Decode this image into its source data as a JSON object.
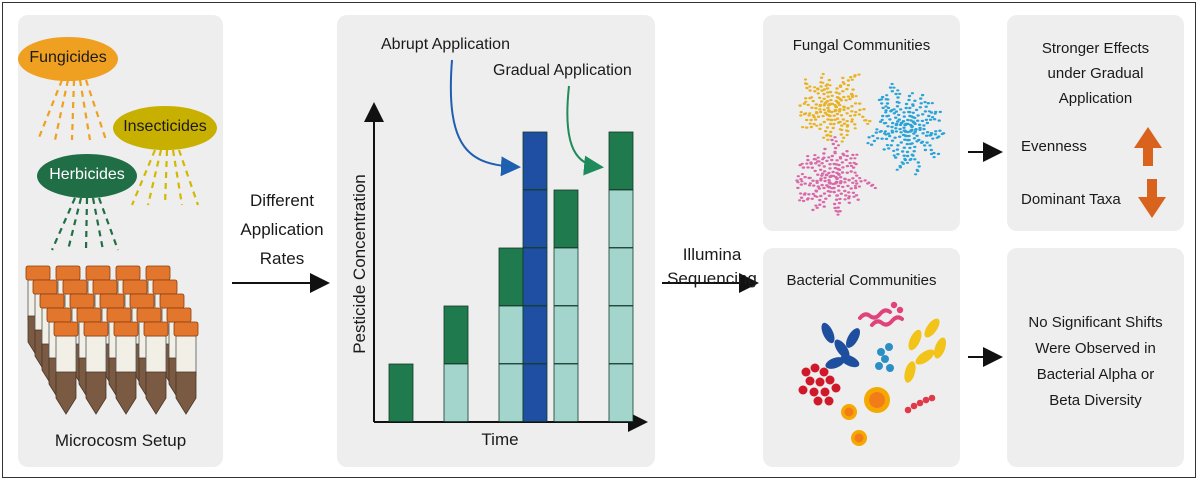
{
  "microcosm": {
    "fungicides": "Fungicides",
    "insecticides": "Insecticides",
    "herbicides": "Herbicides",
    "caption": "Microcosm Setup"
  },
  "arrow1": {
    "line1": "Different",
    "line2": "Application",
    "line3": "Rates"
  },
  "chart": {
    "ylabel": "Pesticide Concentration",
    "xlabel": "Time",
    "abrupt_label": "Abrupt Application",
    "gradual_label": "Gradual Application"
  },
  "arrow2": {
    "line1": "Illumina",
    "line2": "Sequencing"
  },
  "fungal": {
    "title": "Fungal Communities"
  },
  "bacterial": {
    "title": "Bacterial Communities"
  },
  "effects": {
    "title_line1": "Stronger Effects",
    "title_line2": "under Gradual",
    "title_line3": "Application",
    "evenness": "Evenness",
    "dominant": "Dominant Taxa"
  },
  "noshift": {
    "line1": "No Significant Shifts",
    "line2": "Were Observed in",
    "line3": "Bacterial Alpha or",
    "line4": "Beta Diversity"
  },
  "colors": {
    "panel": "#eeeeee",
    "fungicide": "#f0a020",
    "insecticide": "#c8b000",
    "herbicide": "#1f6e46",
    "dark_green": "#1f7a4d",
    "light_teal": "#a3d5cc",
    "abrupt_blue": "#1f4fa3",
    "orange_arrow": "#d9621c"
  }
}
